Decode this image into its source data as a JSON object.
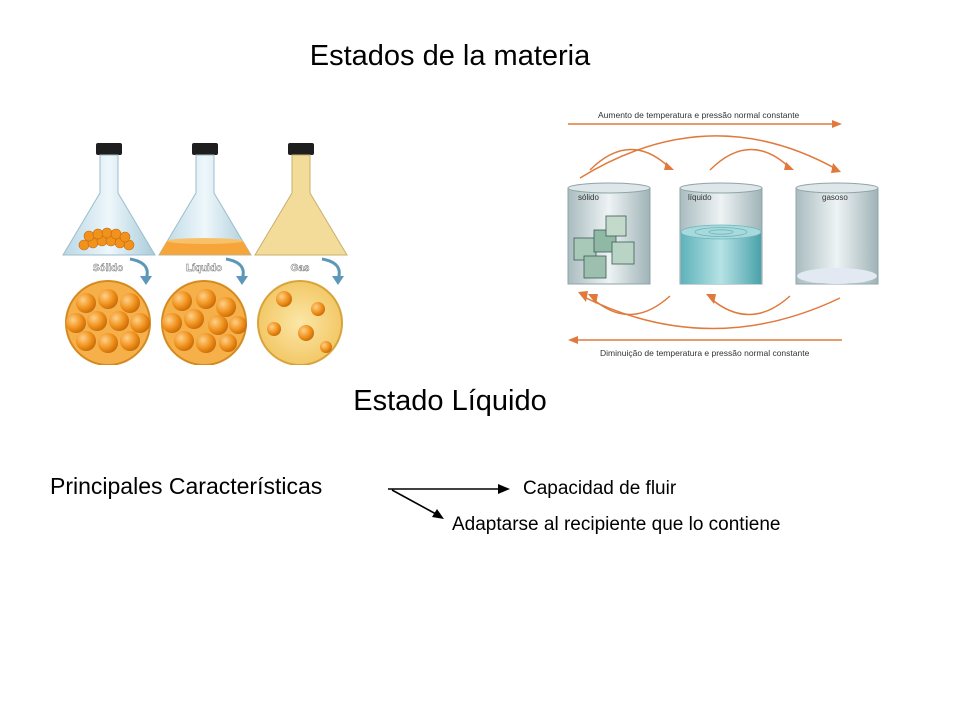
{
  "slide": {
    "title": "Estados de la materia",
    "subtitle": "Estado Líquido",
    "main_label": "Principales Características",
    "characteristics": [
      "Capacidad de fluir",
      "Adaptarse al recipiente que lo contiene"
    ]
  },
  "figure_left": {
    "labels": [
      "Sólido",
      "Líquido",
      "Gas"
    ],
    "colors": {
      "particle": "#f0921c",
      "liquid": "#f6a53a",
      "gas": "#f3cf74",
      "flask": "#cfe4ee"
    }
  },
  "figure_right": {
    "top_caption": "Aumento de temperatura e pressão normal constante",
    "bottom_caption": "Diminuição de temperatura e pressão normal constante",
    "labels": [
      "sólido",
      "líquido",
      "gasoso"
    ],
    "colors": {
      "arrow": "#e07a3c",
      "glass": "#c9d6d9",
      "water": "#7fc7cc"
    }
  }
}
